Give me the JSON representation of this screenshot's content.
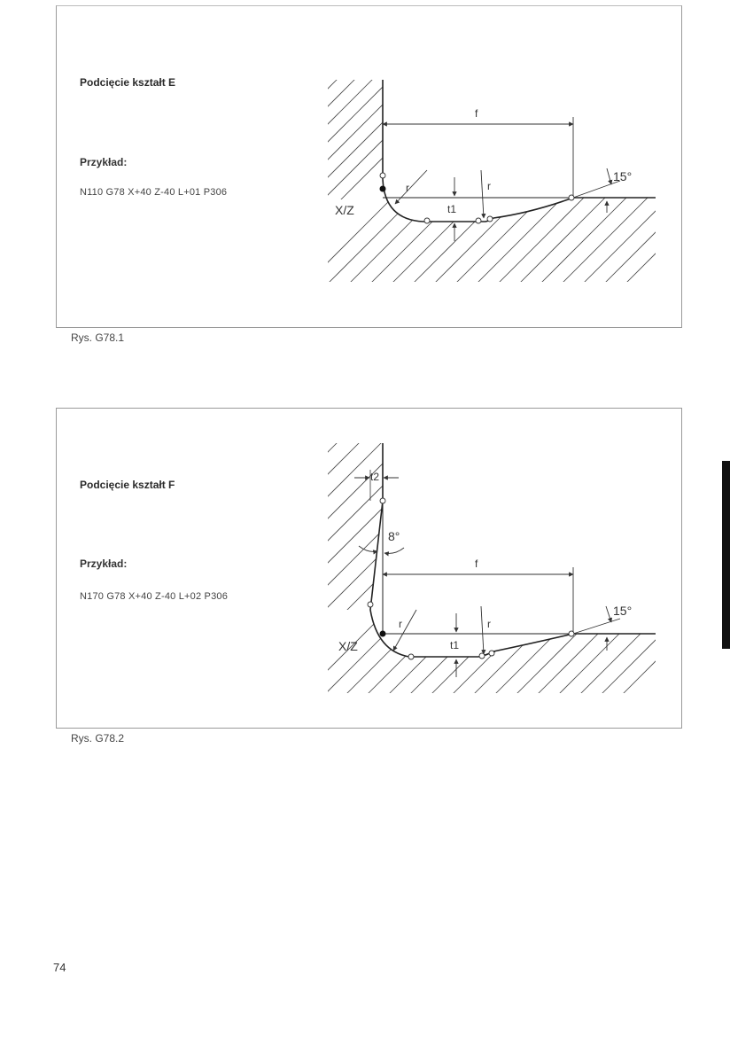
{
  "section1": {
    "title": "Podcięcie kształt E",
    "example_label": "Przykład:",
    "code": "N110 G78 X+40 Z-40 L+01 P306",
    "caption": "Rys. G78.1",
    "diagram": {
      "f": "f",
      "r": "r",
      "t1": "t1",
      "angle": "15°",
      "xz": "X/Z"
    }
  },
  "section2": {
    "title": "Podcięcie kształt F",
    "example_label": "Przykład:",
    "code": "N170 G78 X+40 Z-40 L+02 P306",
    "caption": "Rys. G78.2",
    "diagram": {
      "f": "f",
      "r": "r",
      "t1": "t1",
      "t2": "t2",
      "angle": "15°",
      "angle2": "8°",
      "xz": "X/Z"
    }
  },
  "page_number": "74"
}
